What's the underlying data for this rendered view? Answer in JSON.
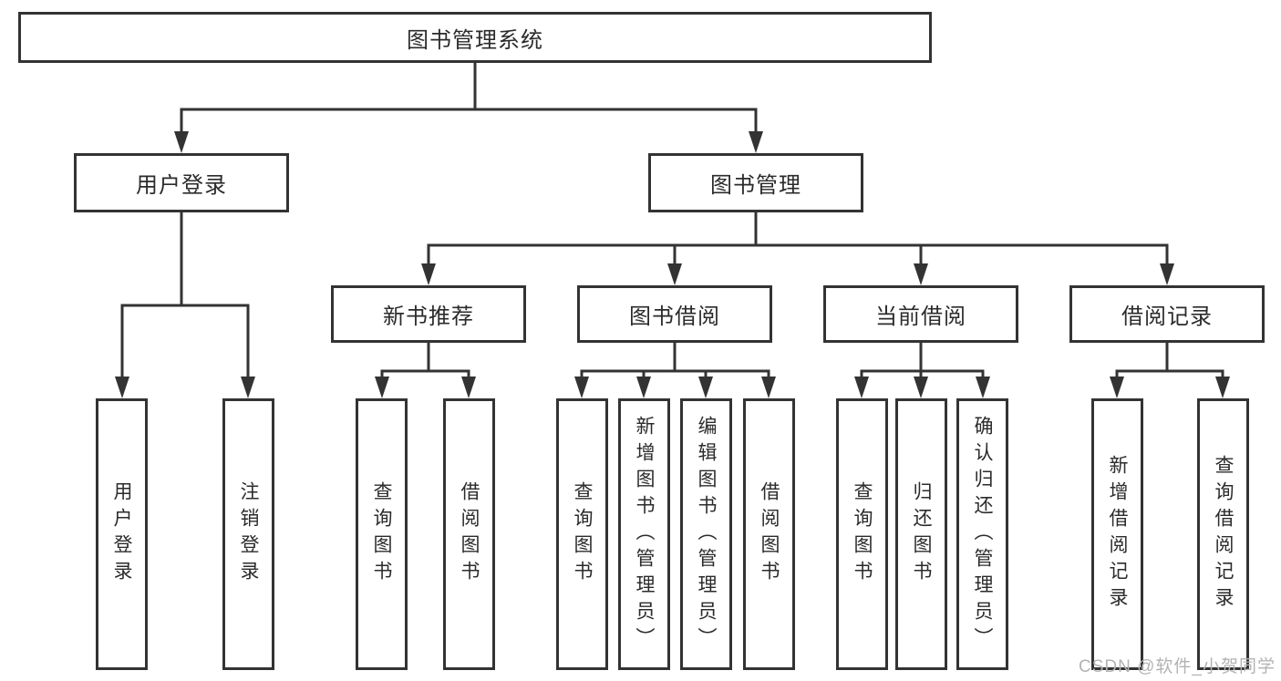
{
  "diagram_title": "图书管理系统",
  "tree": {
    "label": "图书管理系统",
    "children": [
      {
        "label": "用户登录",
        "children": [
          {
            "label": "用户登录"
          },
          {
            "label": "注销登录"
          }
        ]
      },
      {
        "label": "图书管理",
        "children": [
          {
            "label": "新书推荐",
            "children": [
              {
                "label": "查询图书"
              },
              {
                "label": "借阅图书"
              }
            ]
          },
          {
            "label": "图书借阅",
            "children": [
              {
                "label": "查询图书"
              },
              {
                "label": "新增图书（管理员）"
              },
              {
                "label": "编辑图书（管理员）"
              },
              {
                "label": "借阅图书"
              }
            ]
          },
          {
            "label": "当前借阅",
            "children": [
              {
                "label": "查询图书"
              },
              {
                "label": "归还图书"
              },
              {
                "label": "确认归还（管理员）"
              }
            ]
          },
          {
            "label": "借阅记录",
            "children": [
              {
                "label": "新增借阅记录"
              },
              {
                "label": "查询借阅记录"
              }
            ]
          }
        ]
      }
    ]
  },
  "watermark": "CSDN @软件_小贺同学",
  "colors": {
    "background": "#ffffff",
    "box_border": "#333333",
    "box_fill": "#ffffff",
    "line": "#333333",
    "text": "#2b2b2b",
    "watermark_text": "#b3b3b3"
  }
}
